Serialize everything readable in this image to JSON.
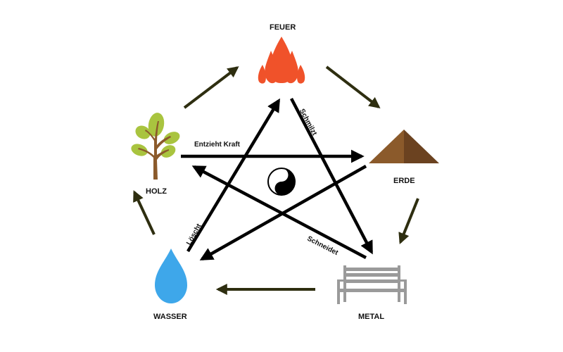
{
  "elements": {
    "fire": {
      "label": "FEUER",
      "color": "#f0522a"
    },
    "wood": {
      "label": "HOLZ",
      "leaf_color": "#a9c43f",
      "trunk_color": "#8b5a2b"
    },
    "earth": {
      "label": "ERDE",
      "light_color": "#8b5a2b",
      "dark_color": "#6b4220"
    },
    "metal": {
      "label": "METAL",
      "color": "#9a9a9a"
    },
    "water": {
      "label": "WASSER",
      "color": "#3ea7ea"
    }
  },
  "relations": {
    "wood_earth": "Entzieht Kraft",
    "fire_metal": "Schmilzt",
    "metal_wood": "Schneidet",
    "water_fire": "Löscht"
  },
  "center_symbol": "yin-yang",
  "colors": {
    "outer_arrow": "#2e2e10",
    "star_arrow": "#000000"
  }
}
